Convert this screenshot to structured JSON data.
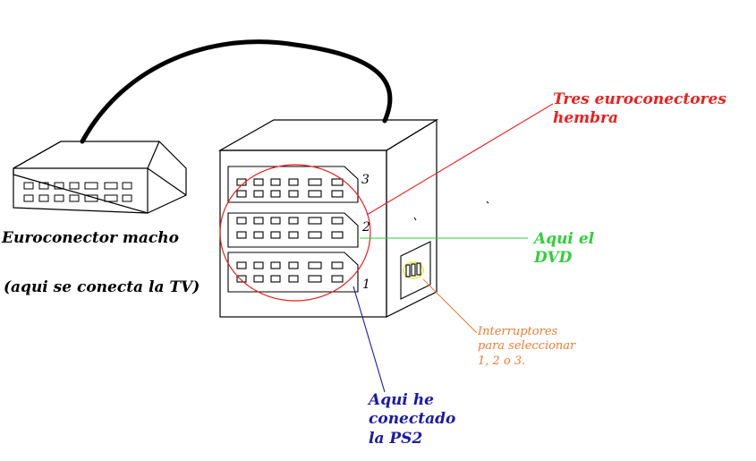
{
  "male_connector": {
    "label": "Euroconector macho",
    "note": "(aqui se conecta la TV)"
  },
  "switch_box": {
    "port_numbers": [
      "3",
      "2",
      "1"
    ]
  },
  "annotations": {
    "female_connectors": {
      "line1": "Tres euroconectores",
      "line2": "hembra",
      "color": "#e8201e"
    },
    "dvd": {
      "line1": "Aqui el",
      "line2": "DVD",
      "color": "#2fcf3a"
    },
    "switches": {
      "line1": "Interruptores",
      "line2": "para seleccionar",
      "line3": "1, 2 o 3.",
      "color": "#f07a32"
    },
    "ps2": {
      "line1": "Aqui he",
      "line2": "conectado",
      "line3": "la PS2",
      "color": "#1a1aa8"
    }
  }
}
